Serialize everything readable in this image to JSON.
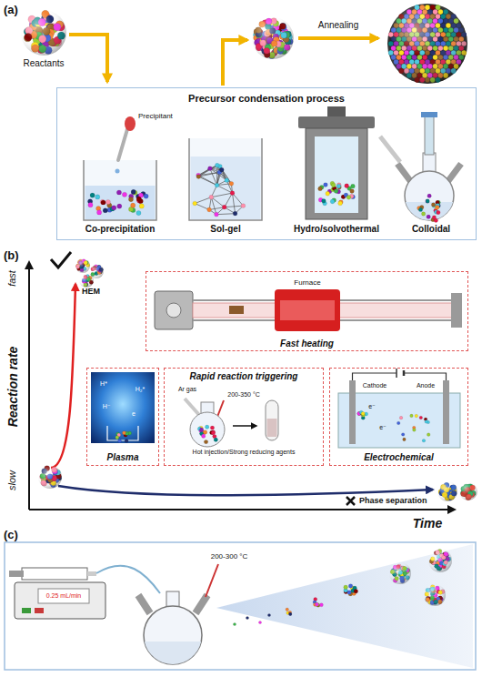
{
  "diagram": {
    "nodes": [
      {
        "text": [
          "Precursor condensation process"
        ]
      },
      {
        "text": [
          "Fast heating"
        ]
      },
      {
        "text": [
          "Plasma"
        ]
      },
      {
        "text": [
          "Rapid reaction triggering"
        ]
      },
      {
        "text": [
          "Electrochemical"
        ]
      }
    ],
    "labels": [
      "(a)",
      "Reactants",
      "Annealing",
      "Precipitant",
      "Co-precipitation",
      "Sol-gel",
      "Hydro/solvothermal",
      "Colloidal",
      "(b)",
      "fast",
      "Reaction rate",
      "slow",
      "HEM",
      "Furnace",
      "H*",
      "H₂*",
      "H⁻",
      "e",
      "Ar gas",
      "200-350 °C",
      "Hot injection/Strong reducing agents",
      "Cathode",
      "Anode",
      "e⁻",
      "e⁻",
      "Phase separation",
      "Time",
      "(c)",
      "0.25 mL/min",
      "200-300 °C"
    ]
  }
}
